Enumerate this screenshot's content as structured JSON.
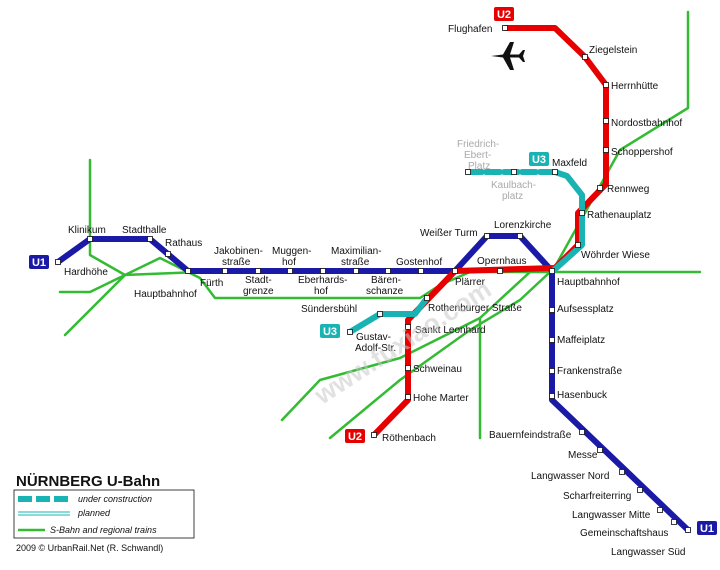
{
  "map": {
    "title": "NÜRNBERG U-Bahn",
    "copyright": "2009 © UrbanRail.Net (R. Schwandl)",
    "watermark": "www.fuxiao.com",
    "colors": {
      "u1": "#1a1aa6",
      "u2": "#e60000",
      "u3": "#1ab3b3",
      "sbahn": "#33bb33",
      "station": "#ffffff"
    },
    "legend": [
      {
        "key": "under_construction",
        "label": "under construction"
      },
      {
        "key": "planned",
        "label": "planned"
      },
      {
        "key": "sbahn",
        "label": "S-Bahn and regional trains"
      }
    ],
    "line_badges": {
      "u1_west": "U1",
      "u1_south": "U1",
      "u2_north": "U2",
      "u2_south": "U2",
      "u3_north": "U3",
      "u3_west": "U3"
    },
    "stations": {
      "hardhoehe": "Hardhöhe",
      "klinikum": "Klinikum",
      "stadthalle": "Stadthalle",
      "rathaus": "Rathaus",
      "fuerth_hbf_1": "Fürth",
      "fuerth_hbf_2": "Hauptbahnhof",
      "jakobinenstrasse_1": "Jakobinen-",
      "jakobinenstrasse_2": "straße",
      "stadtgrenze_1": "Stadt-",
      "stadtgrenze_2": "grenze",
      "muggenhof_1": "Muggen-",
      "muggenhof_2": "hof",
      "eberhardshof_1": "Eberhards-",
      "eberhardshof_2": "hof",
      "maximilianstrasse_1": "Maximilian-",
      "maximilianstrasse_2": "straße",
      "baerenschanze_1": "Bären-",
      "baerenschanze_2": "schanze",
      "gostenhof": "Gostenhof",
      "weisser_turm": "Weißer Turm",
      "lorenzkirche": "Lorenzkirche",
      "opernhaus": "Opernhaus",
      "plaerrer": "Plärrer",
      "hauptbahnhof": "Hauptbahnhof",
      "aufsessplatz": "Aufsessplatz",
      "maffeiplatz": "Maffeiplatz",
      "frankenstrasse": "Frankenstraße",
      "hasenbuck": "Hasenbuck",
      "bauernfeindstrasse": "Bauernfeindstraße",
      "messe": "Messe",
      "langwasser_nord": "Langwasser Nord",
      "scharfreiterring": "Scharfreiterring",
      "langwasser_mitte": "Langwasser Mitte",
      "gemeinschaftshaus": "Gemeinschaftshaus",
      "langwasser_sued": "Langwasser Süd",
      "flughafen": "Flughafen",
      "ziegelstein": "Ziegelstein",
      "herrnhuette": "Herrnhütte",
      "nordostbahnhof": "Nordostbahnhof",
      "schoppershof": "Schoppershof",
      "rennweg": "Rennweg",
      "rathenauplatz": "Rathenauplatz",
      "woehrder_wiese": "Wöhrder Wiese",
      "maxfeld": "Maxfeld",
      "rothenburger_strasse": "Rothenburger Straße",
      "sankt_leonhard": "Sankt Leonhard",
      "schweinau": "Schweinau",
      "hohe_marter": "Hohe Marter",
      "roethenbach": "Röthenbach",
      "suendersbuehl": "Sündersbühl",
      "gustav_adolf_1": "Gustav-",
      "gustav_adolf_2": "Adolf-Str.",
      "friedrich_ebert_1": "Friedrich-",
      "friedrich_ebert_2": "Ebert-",
      "friedrich_ebert_3": "Platz",
      "kaulbachplatz_1": "Kaulbach-",
      "kaulbachplatz_2": "platz"
    }
  }
}
